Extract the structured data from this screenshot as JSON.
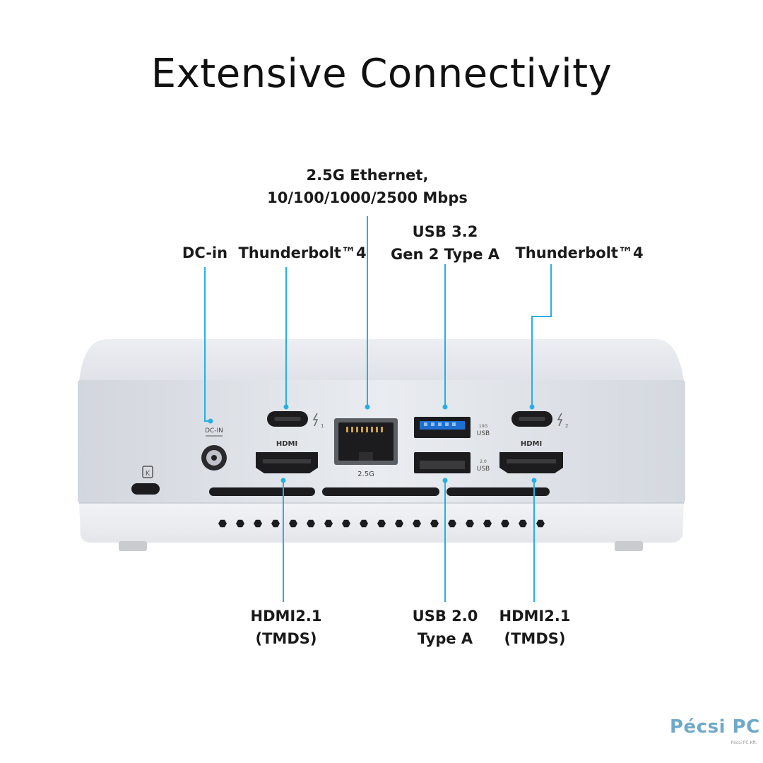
{
  "title": "Extensive Connectivity",
  "labels": {
    "ethernet": [
      "2.5G Ethernet,",
      "10/100/1000/2500 Mbps"
    ],
    "dc_in": [
      "DC-in"
    ],
    "thunderbolt_left": [
      "Thunderbolt™4"
    ],
    "usb32": [
      "USB 3.2",
      "Gen 2 Type A"
    ],
    "thunderbolt_right": [
      "Thunderbolt™4"
    ],
    "hdmi_left": [
      "HDMI2.1",
      "(TMDS)"
    ],
    "usb20": [
      "USB 2.0",
      "Type A"
    ],
    "hdmi_right": [
      "HDMI2.1",
      "(TMDS)"
    ]
  },
  "device_markings": {
    "dc_in": "DC-IN",
    "hdmi_left": "HDMI",
    "hdmi_right": "HDMI",
    "ethernet": "2.5G",
    "usb_top_speed": "10G",
    "usb_top": "USB",
    "usb_bottom_speed": "2.0",
    "usb_bottom": "USB",
    "tb_left_num": "1",
    "tb_right_num": "2",
    "lock": "K"
  },
  "logo": {
    "text": "Pécsi PC",
    "sub": "Pécsi PC Kft."
  },
  "colors": {
    "leader": "#29aee3",
    "case": "#e6e9ee",
    "port": "#1c1c1e"
  }
}
